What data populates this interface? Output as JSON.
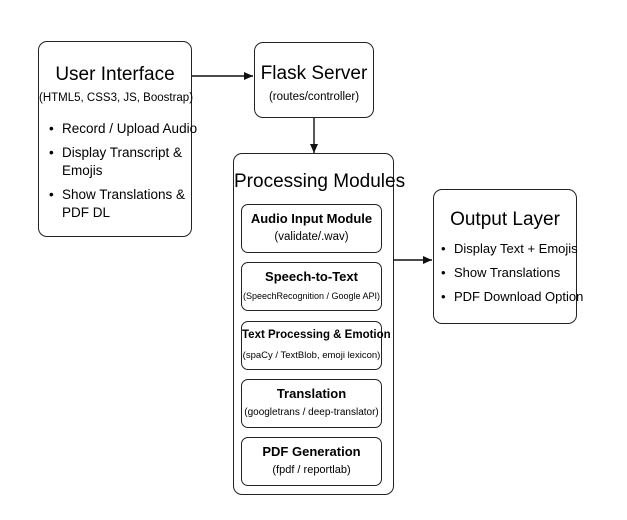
{
  "user_interface": {
    "title": "User Interface",
    "subtitle": "(HTML5, CSS3, JS, Boostrap)",
    "items": [
      "Record / Upload Audio",
      "Display Transcript &",
      "Emojis",
      "Show Translations &",
      "PDF DL"
    ]
  },
  "flask_server": {
    "title": "Flask Server",
    "subtitle": "(routes/controller)"
  },
  "processing": {
    "title": "Processing Modules",
    "modules": [
      {
        "title": "Audio Input Module",
        "subtitle": "(validate/.wav)"
      },
      {
        "title": "Speech-to-Text",
        "subtitle": "(SpeechRecognition / Google API)"
      },
      {
        "title": "Text Processing & Emotion",
        "subtitle": "(spaCy / TextBlob, emoji lexicon)"
      },
      {
        "title": "Translation",
        "subtitle": "(googletrans / deep-translator)"
      },
      {
        "title": "PDF Generation",
        "subtitle": "(fpdf / reportlab)"
      }
    ]
  },
  "output_layer": {
    "title": "Output Layer",
    "items": [
      "Display Text + Emojis",
      "Show Translations",
      "PDF Download Option"
    ]
  }
}
